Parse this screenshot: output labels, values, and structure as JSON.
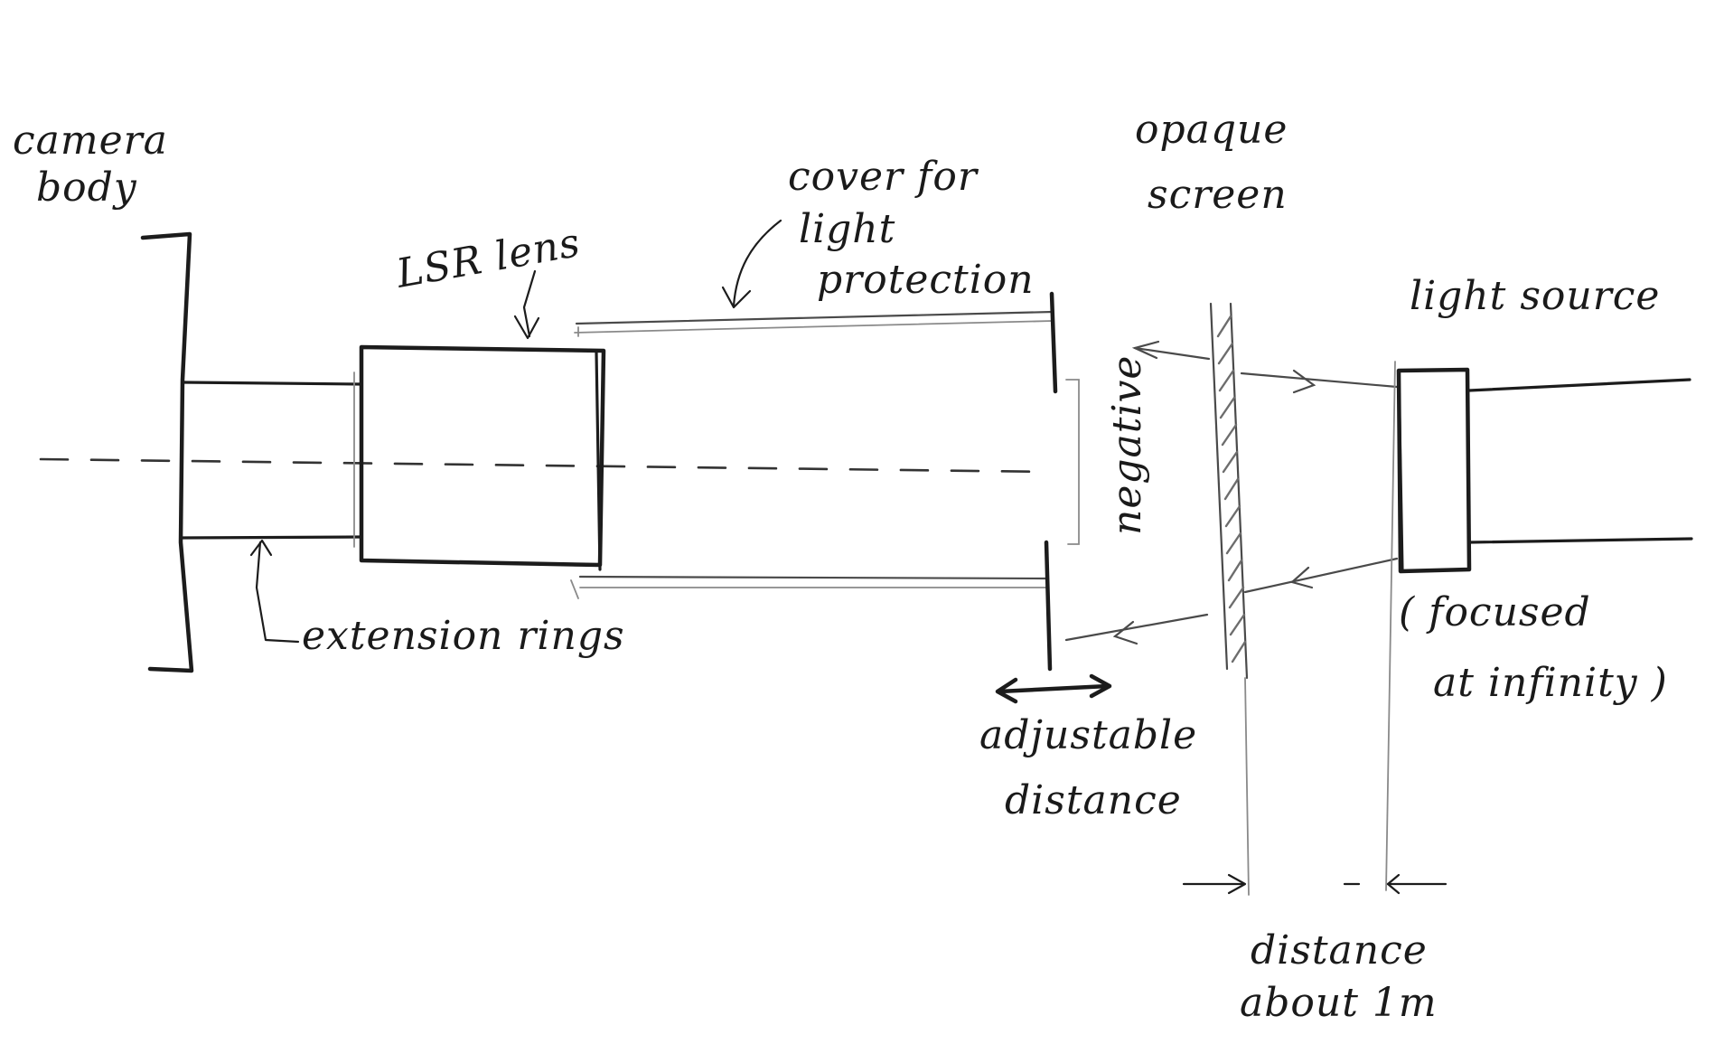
{
  "labels": {
    "camera_body": [
      "camera",
      "body"
    ],
    "lsr_lens": "LSR lens",
    "cover": [
      "cover for",
      "light",
      "protection"
    ],
    "opaque_screen": [
      "opaque",
      "screen"
    ],
    "light_source": "light source",
    "negative": "negative",
    "extension_rings": "extension rings",
    "focused": [
      "( focused",
      "at infinity )"
    ],
    "adjustable_distance": [
      "adjustable",
      "distance"
    ],
    "distance_1m": [
      "distance",
      "about 1m"
    ]
  },
  "colors": {
    "ink": "#1c1c1c",
    "pencil": "#8a8a8a",
    "hatch": "#6d6d6d"
  }
}
